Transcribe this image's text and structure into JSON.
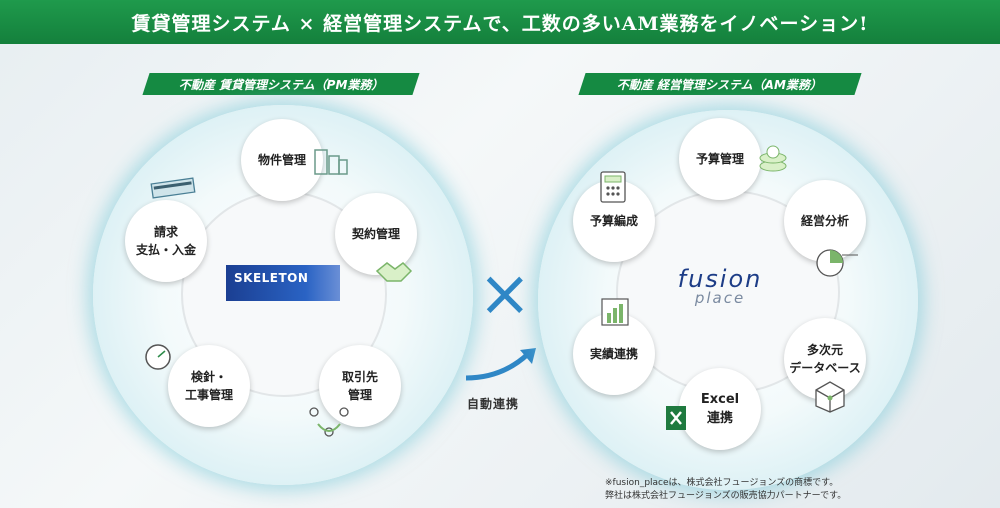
{
  "banner": {
    "title": "賃貸管理システム × 経営管理システムで、工数の多いAM業務をイノベーション!"
  },
  "left": {
    "tag": "不動産 賃貸管理システム（PM業務）",
    "logo": "SKELETON",
    "nodes": {
      "property": "物件管理",
      "contract": "契約管理",
      "partner1": "取引先",
      "partner2": "管理",
      "inspect1": "検針・",
      "inspect2": "工事管理",
      "billing1": "請求",
      "billing2": "支払・入金"
    }
  },
  "right": {
    "tag": "不動産 経営管理システム（AM業務）",
    "logo1": "fusion",
    "logo2": "place",
    "nodes": {
      "budget": "予算管理",
      "analysis": "経営分析",
      "multidim1": "多次元",
      "multidim2": "データベース",
      "excel1": "Excel",
      "excel2": "連携",
      "results": "実績連携",
      "planning": "予算編成"
    }
  },
  "center": {
    "cross": "×",
    "link_label": "自動連携"
  },
  "footnote": {
    "line1": "※fusion_placeは、株式会社フュージョンズの商標です。",
    "line2": "弊社は株式会社フュージョンズの販売協力パートナーです。"
  },
  "colors": {
    "brand_green": "#158a42",
    "accent_blue": "#2f87c6"
  }
}
